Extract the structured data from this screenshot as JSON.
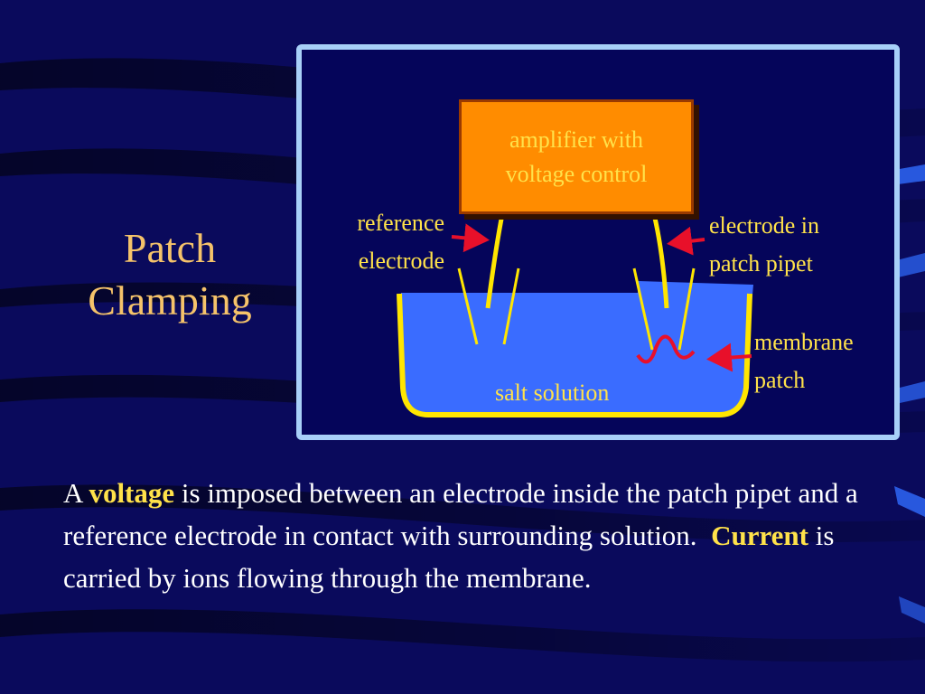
{
  "title": {
    "line1": "Patch",
    "line2": "Clamping"
  },
  "diagram": {
    "amplifier": {
      "line1": "amplifier with",
      "line2": "voltage control"
    },
    "reference_electrode": {
      "line1": "reference",
      "line2": "electrode"
    },
    "electrode_in_pipet": {
      "line1": "electrode in",
      "line2": "patch pipet"
    },
    "membrane_patch": {
      "line1": "membrane",
      "line2": "patch"
    },
    "salt_solution": "salt solution",
    "colors": {
      "frame": "#a8d0f8",
      "amplifier_fill": "#ff8c00",
      "label_text": "#ffe24a",
      "solution_fill": "#3a6cff",
      "arrow": "#e8102a",
      "membrane": "#e8102a",
      "electrode_wire": "#ffe600"
    }
  },
  "body": {
    "part1": "A ",
    "voltage": "voltage",
    "part2": " is imposed between an electrode inside the patch pipet and a reference electrode in contact with surrounding solution.  ",
    "current": "Current",
    "part3": " is carried by ions flowing through the membrane."
  }
}
